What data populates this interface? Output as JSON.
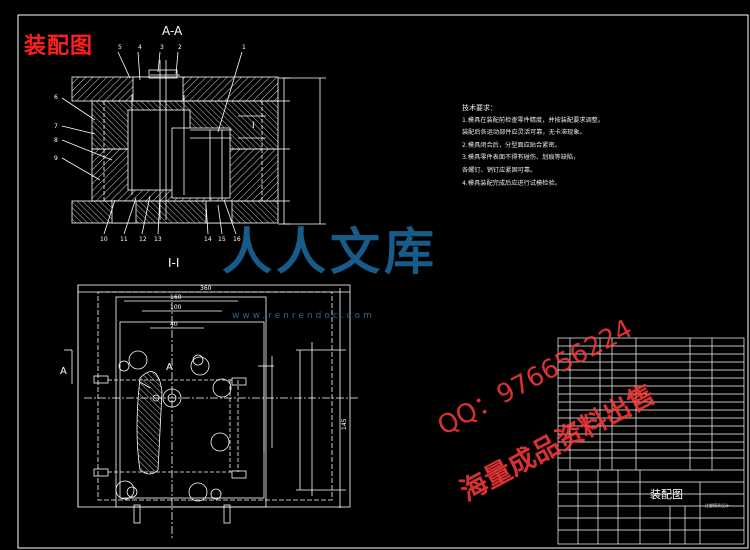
{
  "drawing": {
    "title": "装配图",
    "section_aa": "A-A",
    "section_ii": "I-I",
    "view_mark_a": "A",
    "view_mark_i": "I",
    "top_part_numbers": [
      "1",
      "2",
      "3",
      "4",
      "5"
    ],
    "left_part_numbers": [
      "6",
      "7",
      "8",
      "9"
    ],
    "bottom_part_numbers": [
      "10",
      "11",
      "12",
      "13",
      "14",
      "15",
      "16"
    ],
    "dims_plan": [
      "360",
      "160",
      "100",
      "40",
      "145"
    ],
    "tech_notes_title": "技术要求：",
    "tech_notes": [
      "1.模具在装配前检查零件精度，并按装配要求调整。",
      "  装配后各运动部件应灵活可靠，无卡滞现象。",
      "2.模具闭合后，分型面应贴合紧密。",
      "3.模具零件表面不得有碰伤、划痕等缺陷，",
      "  各螺钉、销钉应紧固可靠。",
      "4.模具装配完成后应进行试模检验。"
    ]
  },
  "title_block": {
    "drawing_name": "装配图",
    "sub_caption": "注塑模具设计"
  },
  "watermark": {
    "brand": "人人文库",
    "url": "www.renrendoc.com",
    "qq": "QQ：976656224",
    "slogan": "海量成品资料出售"
  }
}
